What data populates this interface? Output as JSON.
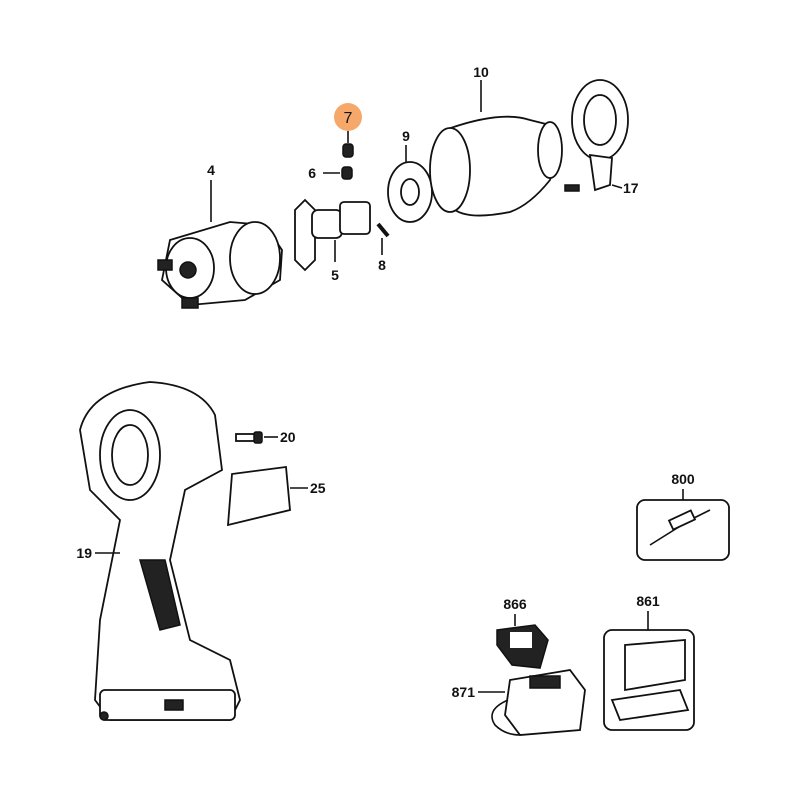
{
  "diagram": {
    "highlight_color": "#F5A86A",
    "highlighted_part": "7",
    "parts": [
      {
        "id": "p4",
        "label": "4"
      },
      {
        "id": "p5",
        "label": "5"
      },
      {
        "id": "p6",
        "label": "6"
      },
      {
        "id": "p7",
        "label": "7"
      },
      {
        "id": "p8",
        "label": "8"
      },
      {
        "id": "p9",
        "label": "9"
      },
      {
        "id": "p10",
        "label": "10"
      },
      {
        "id": "p17",
        "label": "17"
      },
      {
        "id": "p19",
        "label": "19"
      },
      {
        "id": "p20",
        "label": "20"
      },
      {
        "id": "p25",
        "label": "25"
      },
      {
        "id": "p800",
        "label": "800"
      },
      {
        "id": "p861",
        "label": "861"
      },
      {
        "id": "p866",
        "label": "866"
      },
      {
        "id": "p871",
        "label": "871"
      }
    ]
  }
}
